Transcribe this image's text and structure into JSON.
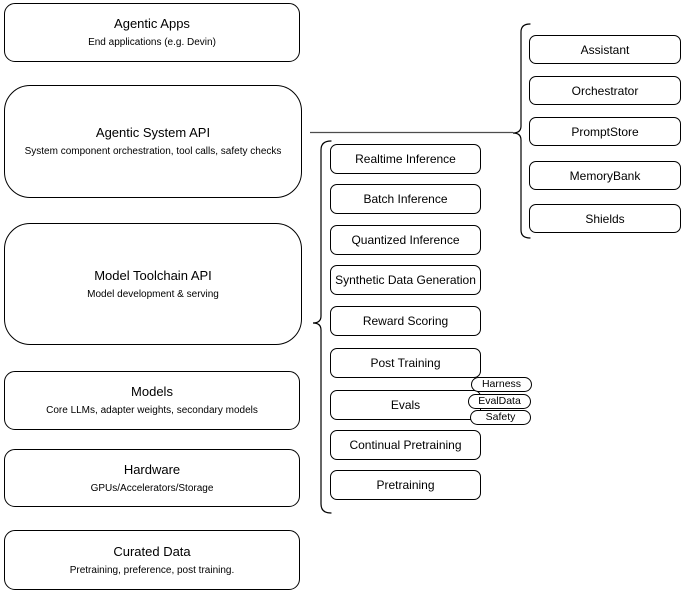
{
  "diagram": {
    "left_stack": [
      {
        "title": "Agentic Apps",
        "subtitle": "End applications (e.g. Devin)"
      },
      {
        "title": "Agentic System API",
        "subtitle": "System component orchestration, tool calls, safety checks"
      },
      {
        "title": "Model Toolchain API",
        "subtitle": "Model development & serving"
      },
      {
        "title": "Models",
        "subtitle": "Core LLMs, adapter weights, secondary models"
      },
      {
        "title": "Hardware",
        "subtitle": "GPUs/Accelerators/Storage"
      },
      {
        "title": "Curated Data",
        "subtitle": "Pretraining, preference, post training."
      }
    ],
    "toolchain_items": [
      "Realtime Inference",
      "Batch Inference",
      "Quantized Inference",
      "Synthetic Data Generation",
      "Reward Scoring",
      "Post Training",
      "Evals",
      "Continual Pretraining",
      "Pretraining"
    ],
    "evals_tags": [
      "Harness",
      "EvalData",
      "Safety"
    ],
    "system_components": [
      "Assistant",
      "Orchestrator",
      "PromptStore",
      "MemoryBank",
      "Shields"
    ],
    "colors": {
      "stroke": "#000000",
      "fill": "#ffffff",
      "connector": "#4d4d4d",
      "background": "#ffffff"
    }
  }
}
